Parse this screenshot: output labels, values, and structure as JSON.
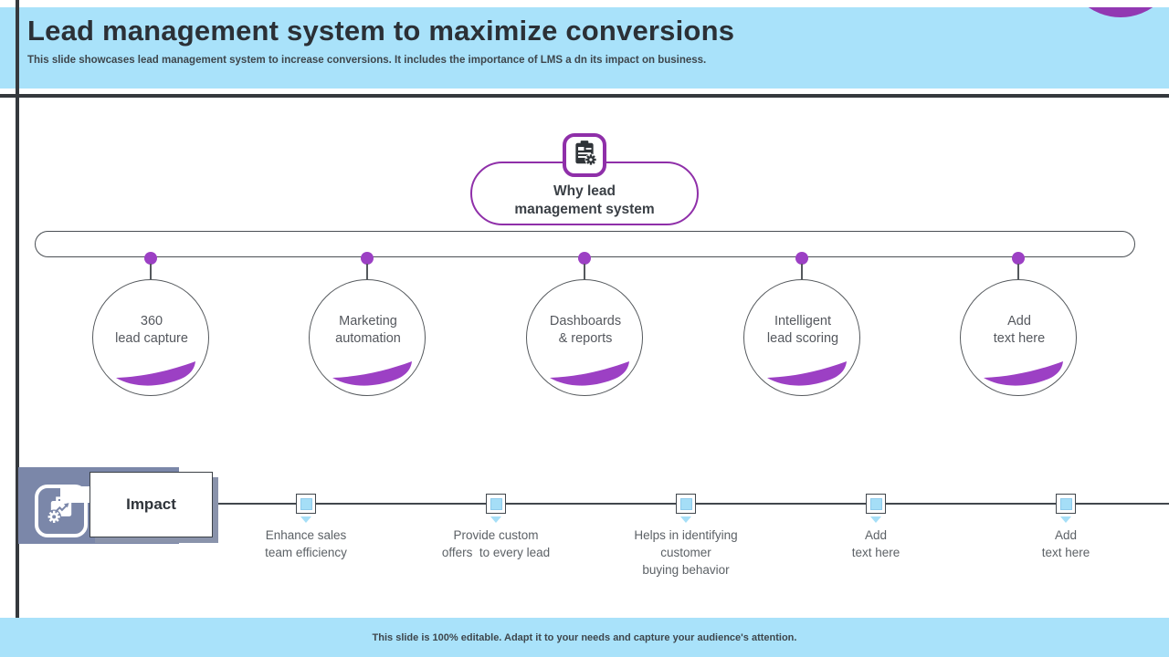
{
  "slide": {
    "title": "Lead management system to maximize conversions",
    "subtitle": "This slide showcases lead management system to increase conversions. It includes the importance of LMS a dn its impact on business.",
    "footer": "This slide is 100% editable. Adapt it to your needs and capture your audience's attention."
  },
  "why_badge": {
    "icon": "clipboard-gear-icon",
    "lines": [
      "Why lead",
      "management system"
    ]
  },
  "features": [
    {
      "lines": [
        "360",
        "lead capture"
      ]
    },
    {
      "lines": [
        "Marketing",
        "automation"
      ]
    },
    {
      "lines": [
        "Dashboards",
        "& reports"
      ]
    },
    {
      "lines": [
        "Intelligent",
        "lead scoring"
      ]
    },
    {
      "lines": [
        "Add",
        "text here"
      ]
    }
  ],
  "impact": {
    "label": "Impact",
    "icon": "briefcase-gear-icon",
    "items": [
      {
        "lines": [
          "Enhance sales",
          "team efficiency"
        ]
      },
      {
        "lines": [
          "Provide custom",
          "offers  to every lead"
        ]
      },
      {
        "lines": [
          "Helps in identifying",
          "customer",
          "buying behavior"
        ]
      },
      {
        "lines": [
          "Add",
          "text here"
        ]
      },
      {
        "lines": [
          "Add",
          "text here"
        ]
      }
    ]
  },
  "colors": {
    "header_blue": "#A9E2FA",
    "purple_stroke": "#8F2FA9",
    "purple_fill": "#9C40C4",
    "slate": "#7B87A9",
    "dark_line": "#35393D",
    "marker_blue": "#A5DEF7"
  }
}
